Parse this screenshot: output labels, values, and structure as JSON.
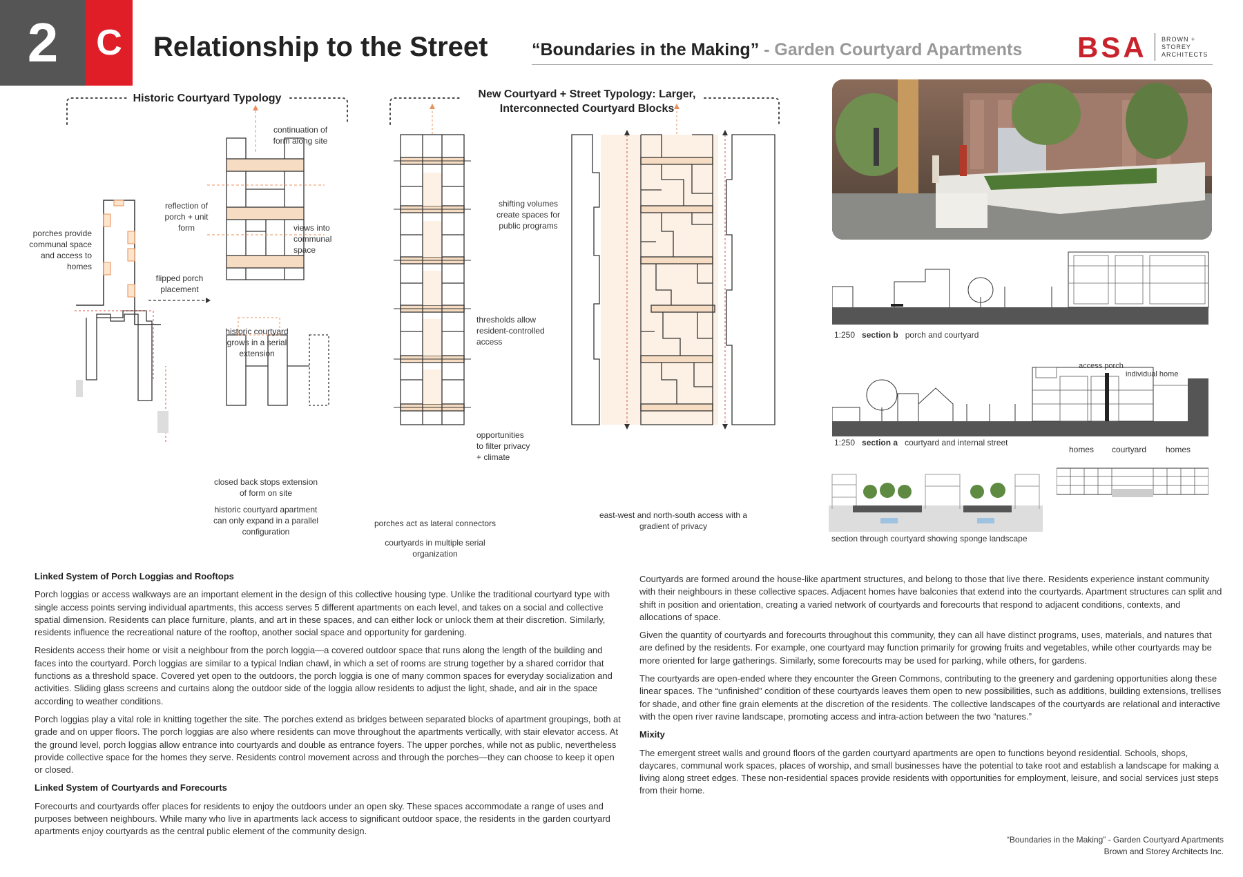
{
  "header": {
    "number": "2",
    "letter": "C",
    "title": "Relationship to the Street",
    "subtitle_main": "“Boundaries in the Making”",
    "subtitle_sub": " - Garden Courtyard Apartments",
    "logo_text": "BSA",
    "logo_line1": "BROWN +",
    "logo_line2": "STOREY",
    "logo_line3": "ARCHITECTS"
  },
  "diagrams": {
    "historic_header": "Historic Courtyard Typology",
    "new_header_1": "New Courtyard + Street Typology: Larger,",
    "new_header_2": "Interconnected Courtyard Blocks",
    "labels": {
      "continuation_1": "continuation of",
      "continuation_2": "form along site",
      "reflection_1": "reflection of",
      "reflection_2": "porch + unit",
      "reflection_3": "form",
      "porches_1": "porches provide",
      "porches_2": "communal space",
      "porches_3": "and access to",
      "porches_4": "homes",
      "views_1": "views into",
      "views_2": "communal",
      "views_3": "space",
      "flipped_1": "flipped porch",
      "flipped_2": "placement",
      "grows_1": "historic courtyard",
      "grows_2": "grows in a serial",
      "grows_3": "extension",
      "closed_1": "closed back stops extension",
      "closed_2": "of form on site",
      "parallel_1": "historic courtyard apartment",
      "parallel_2": "can only expand in a parallel",
      "parallel_3": "configuration",
      "shifting_1": "shifting volumes",
      "shifting_2": "create spaces for",
      "shifting_3": "public programs",
      "thresholds_1": "thresholds allow",
      "thresholds_2": "resident-controlled",
      "thresholds_3": "access",
      "filter_1": "opportunities",
      "filter_2": "to filter privacy",
      "filter_3": "+ climate",
      "lateral": "porches act as lateral connectors",
      "serial_1": "courtyards in multiple serial",
      "serial_2": "organization",
      "access_1": "east-west and north-south access with a",
      "access_2": "gradient of privacy"
    }
  },
  "sections": {
    "b_scale": "1:250",
    "b_name": "section b",
    "b_desc": "porch and courtyard",
    "a_scale": "1:250",
    "a_name": "section a",
    "a_desc": "courtyard and internal street",
    "access_porch": "access porch",
    "individual_home": "individual home",
    "homes_left": "homes",
    "courtyard": "courtyard",
    "homes_right": "homes",
    "sponge": "section through courtyard showing sponge landscape"
  },
  "text": {
    "h1": "Linked System of Porch Loggias and Rooftops",
    "p1": "Porch loggias or access walkways are an important element in the design of this collective housing type. Unlike the traditional courtyard type with single access points serving individual apartments, this access serves 5 different apartments on each level, and takes on a social and collective spatial dimension. Residents can place furniture, plants, and art in these spaces, and can either lock or unlock them at their discretion. Similarly, residents influence the recreational nature of the rooftop, another social space and opportunity for gardening.",
    "p2": "Residents access their home or visit a neighbour from the porch loggia—a covered outdoor space that runs along the length of the building and faces into the courtyard. Porch loggias are similar to a typical Indian chawl, in which a set of rooms are strung together by a shared corridor that functions as a threshold space. Covered yet open to the outdoors, the porch loggia is one of many common spaces for everyday socialization and activities. Sliding glass screens and curtains along the outdoor side of the loggia allow residents to adjust the light, shade, and air in the space according to weather conditions.",
    "p3": "Porch loggias play a vital role in knitting together the site. The porches extend as bridges between separated blocks of apartment groupings, both at grade and on upper floors. The porch loggias are also where residents can move throughout the apartments vertically, with stair elevator access. At the ground level, porch loggias allow entrance into courtyards and double as entrance foyers. The upper porches, while not as public, nevertheless provide collective space for the homes they serve. Residents control movement across and through the porches—they can choose to keep it open or closed.",
    "h2": "Linked System of Courtyards and Forecourts",
    "p4": "Forecourts and courtyards offer places for residents to enjoy the outdoors under an open sky. These spaces accommodate a range of uses and purposes between neighbours. While many who live in apartments lack access to significant outdoor space, the residents in the garden courtyard apartments enjoy courtyards as the central public element of the community design.",
    "p5": "Courtyards are formed around the house-like apartment structures, and belong to those that live there. Residents experience instant community with their neighbours in these collective spaces. Adjacent homes have balconies that extend into the courtyards. Apartment structures can split and shift in position and orientation, creating a varied network of courtyards and forecourts that respond to adjacent conditions, contexts, and allocations of space.",
    "p6": "Given the quantity of courtyards and forecourts throughout this community, they can all have distinct programs, uses, materials, and natures that are defined by the residents. For example, one courtyard may function primarily for growing fruits and vegetables, while other courtyards may be more oriented for large gatherings. Similarly, some forecourts may be used for parking, while others, for gardens.",
    "p7": "The courtyards are open-ended where they encounter the Green Commons, contributing to the greenery and gardening opportunities along these linear spaces. The “unfinished” condition of these courtyards leaves them open to new possibilities, such as additions, building extensions, trellises for shade, and other fine grain elements at the discretion of the residents. The collective landscapes of the courtyards are relational and interactive with the open river ravine landscape, promoting access and intra-action between the two “natures.”",
    "h3": "Mixity",
    "p8": "The emergent street walls and ground floors of the garden courtyard apartments are open to functions beyond residential. Schools, shops, daycares, communal work spaces, places of worship, and small businesses have the potential to take root and establish a landscape for making a living along street edges. These non-residential spaces provide residents with opportunities for employment, leisure, and social services just steps from their home."
  },
  "footer": {
    "line1": "“Boundaries in the Making” - Garden Courtyard Apartments",
    "line2": "Brown and Storey Architects Inc."
  },
  "colors": {
    "red": "#e01e27",
    "gray_box": "#555555",
    "porch_fill": "#f5dcc2",
    "courtyard_fill": "#fdf0e4",
    "arrow": "#e8915a"
  }
}
